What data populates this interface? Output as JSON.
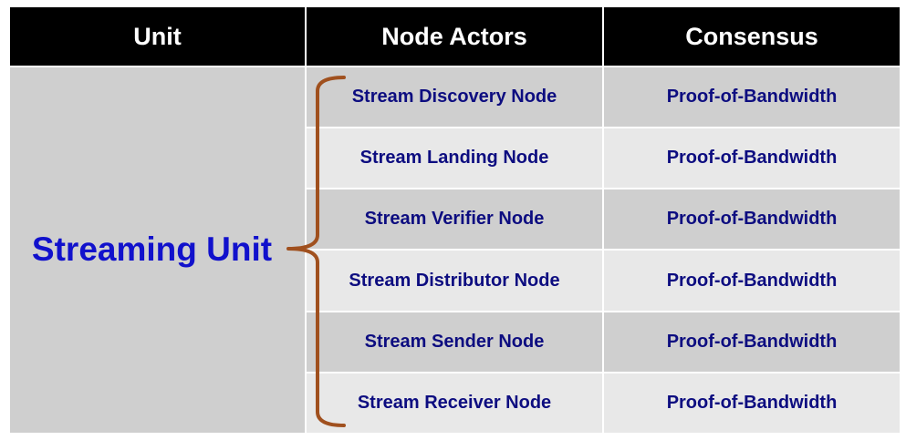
{
  "header": {
    "unit": "Unit",
    "node_actors": "Node Actors",
    "consensus": "Consensus"
  },
  "unit_label": "Streaming Unit",
  "rows": [
    {
      "actor": "Stream Discovery Node",
      "consensus": "Proof-of-Bandwidth"
    },
    {
      "actor": "Stream Landing Node",
      "consensus": "Proof-of-Bandwidth"
    },
    {
      "actor": "Stream Verifier Node",
      "consensus": "Proof-of-Bandwidth"
    },
    {
      "actor": "Stream Distributor Node",
      "consensus": "Proof-of-Bandwidth"
    },
    {
      "actor": "Stream Sender Node",
      "consensus": "Proof-of-Bandwidth"
    },
    {
      "actor": "Stream Receiver Node",
      "consensus": "Proof-of-Bandwidth"
    }
  ],
  "colors": {
    "header_bg": "#000000",
    "header_text": "#ffffff",
    "unit_text": "#1111cc",
    "cell_text": "#0d0d80",
    "row_dark": "#cfcfcf",
    "row_light": "#e8e8e8",
    "brace": "#a0501e"
  }
}
